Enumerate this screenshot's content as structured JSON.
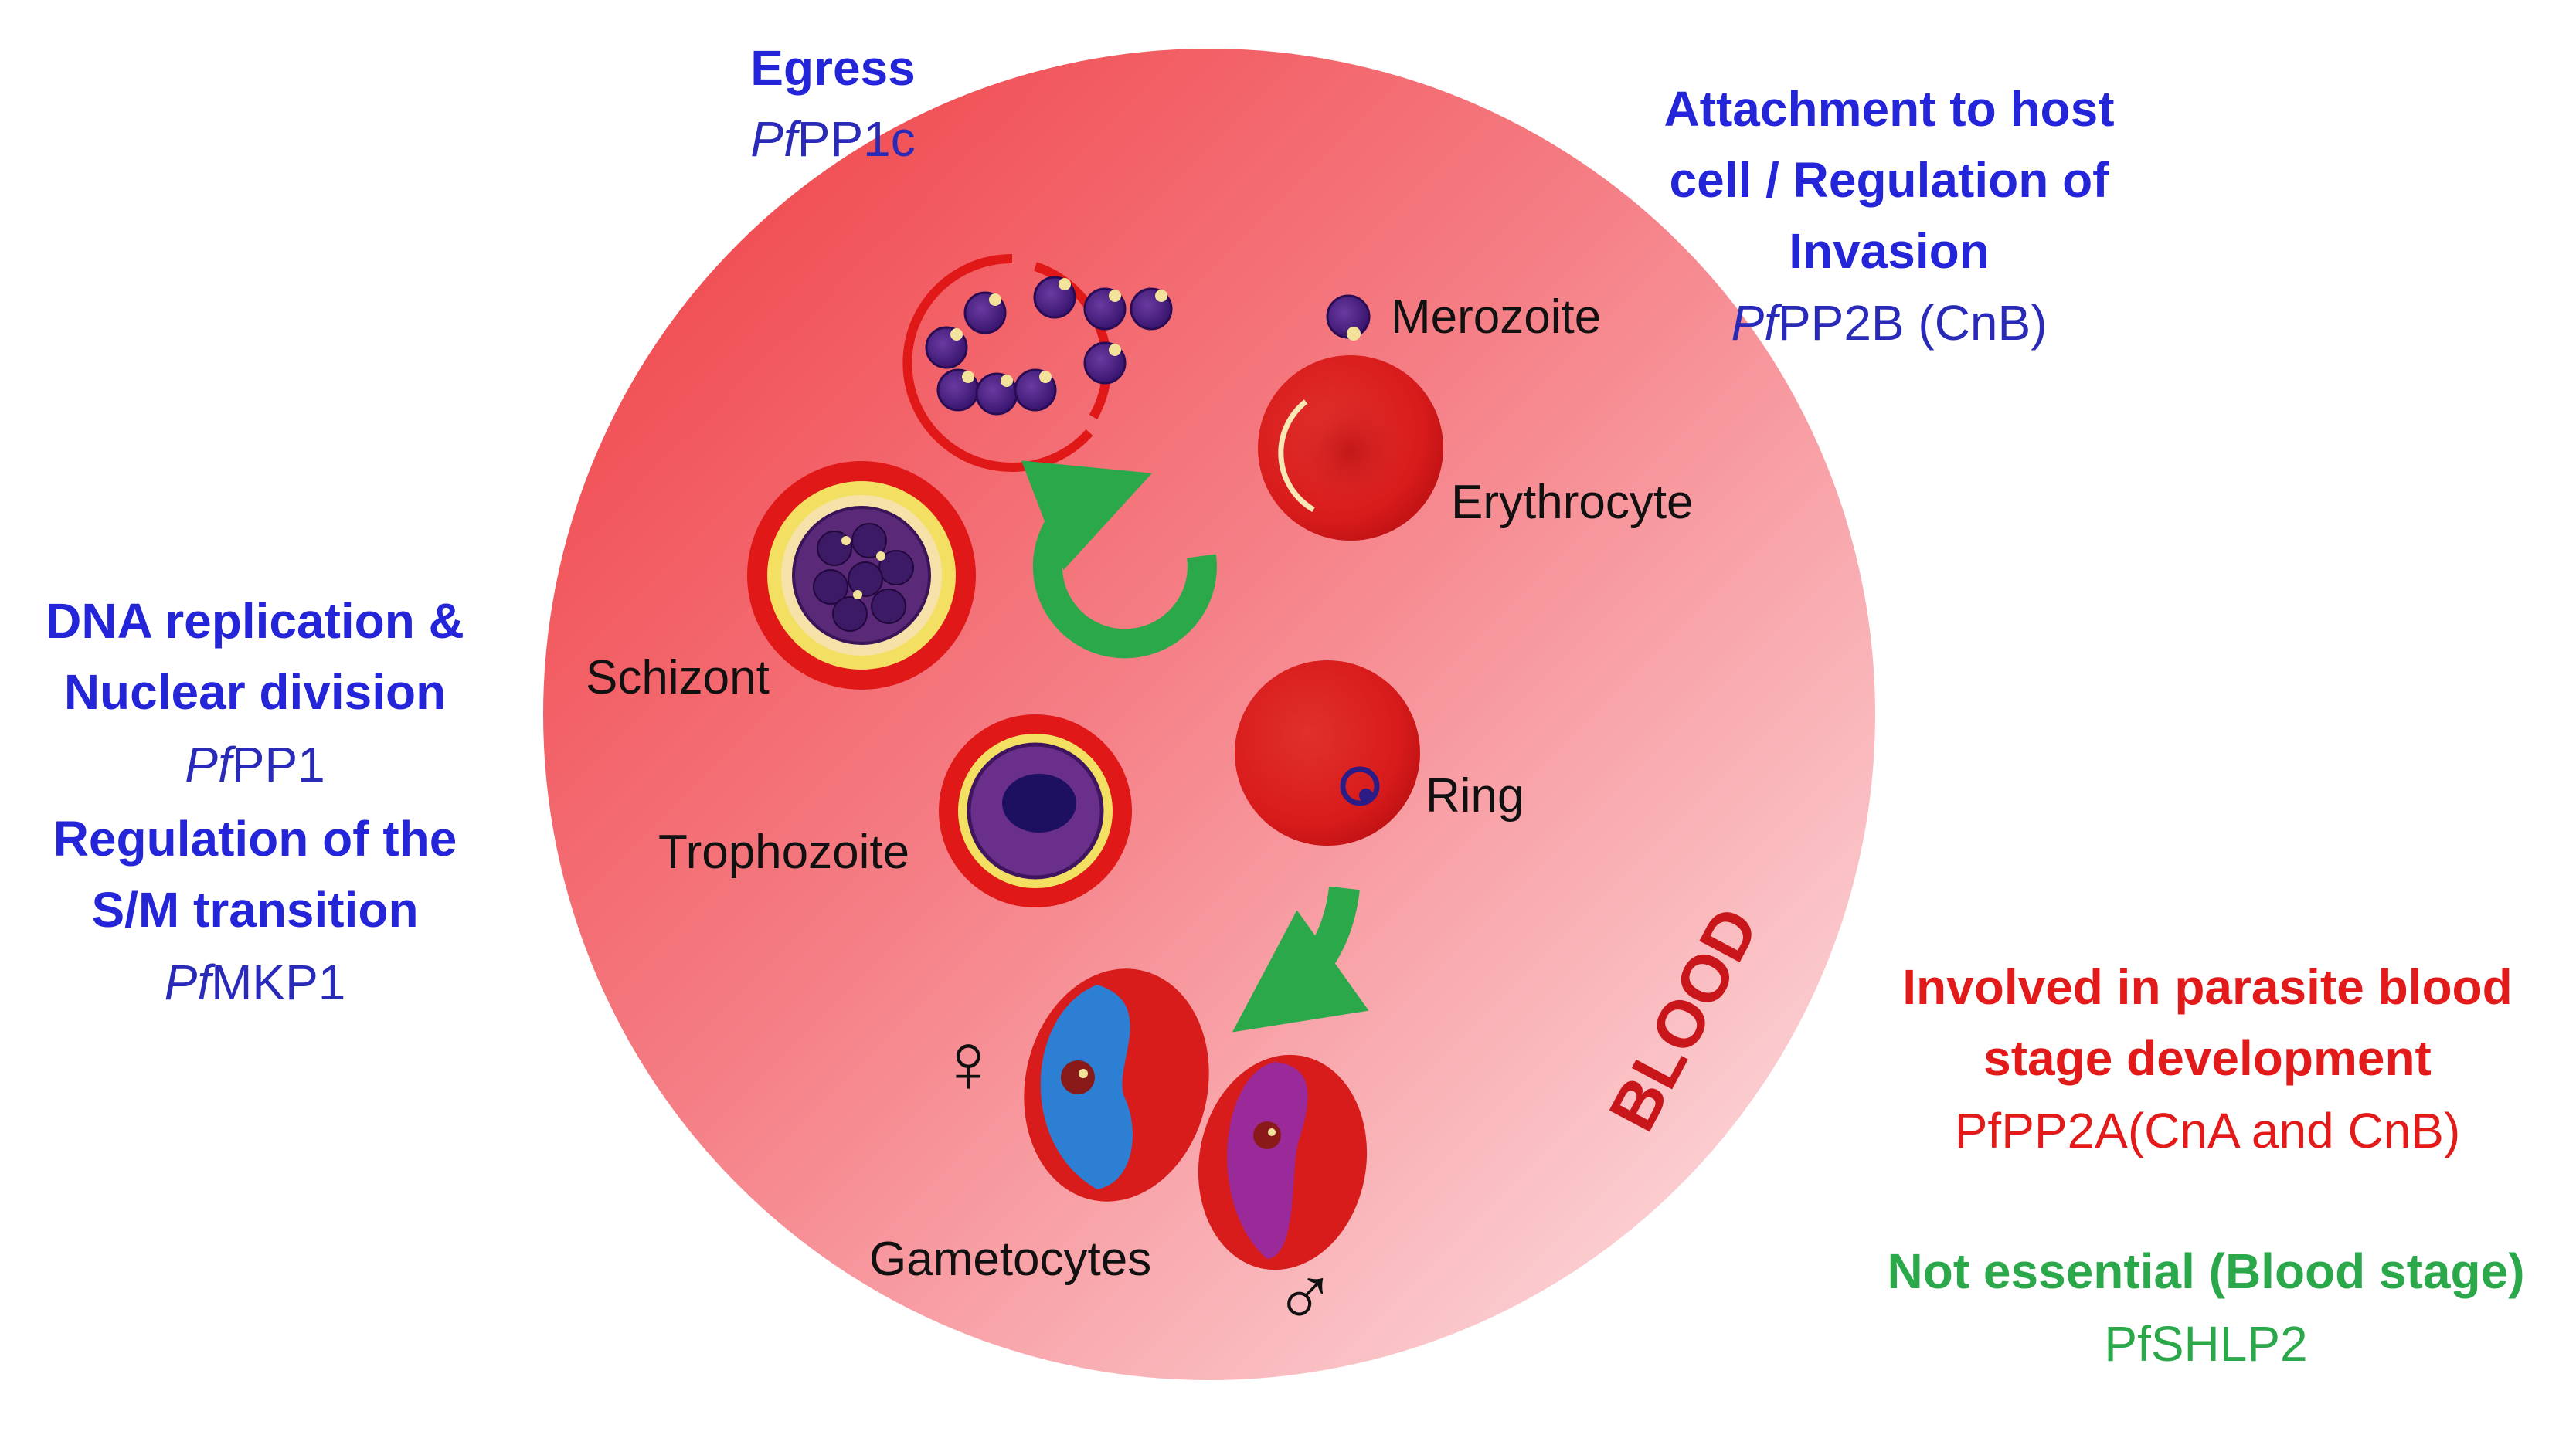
{
  "colors": {
    "blue_heading": "#2424d8",
    "red_heading": "#e21a1a",
    "green_heading": "#2aa84a",
    "blood_label": "#c8161a"
  },
  "annotations": {
    "egress": {
      "heading": "Egress",
      "gene_italic": "Pf",
      "gene_rest": "PP1c"
    },
    "attachment": {
      "heading_lines": [
        "Attachment to host",
        "cell / Regulation of",
        "Invasion"
      ],
      "gene_italic": "Pf",
      "gene_rest": "PP2B (CnB)"
    },
    "dna": {
      "heading_lines": [
        "DNA replication &",
        "Nuclear division"
      ],
      "gene_italic": "Pf",
      "gene_rest": "PP1"
    },
    "sm": {
      "heading_lines": [
        "Regulation of the",
        "S/M transition"
      ],
      "gene_italic": "Pf",
      "gene_rest": "MKP1"
    },
    "involved": {
      "heading_lines": [
        "Involved in parasite blood",
        "stage development"
      ],
      "gene": "PfPP2A(CnA and CnB)"
    },
    "not_essential": {
      "heading": "Not essential (Blood stage)",
      "gene": "PfSHLP2"
    }
  },
  "stages": {
    "merozoite": "Merozoite",
    "erythrocyte": "Erythrocyte",
    "schizont": "Schizont",
    "trophozoite": "Trophozoite",
    "ring": "Ring",
    "gametocytes": "Gametocytes",
    "female_symbol": "♀",
    "male_symbol": "♂"
  },
  "blood_label": "BLOOD"
}
